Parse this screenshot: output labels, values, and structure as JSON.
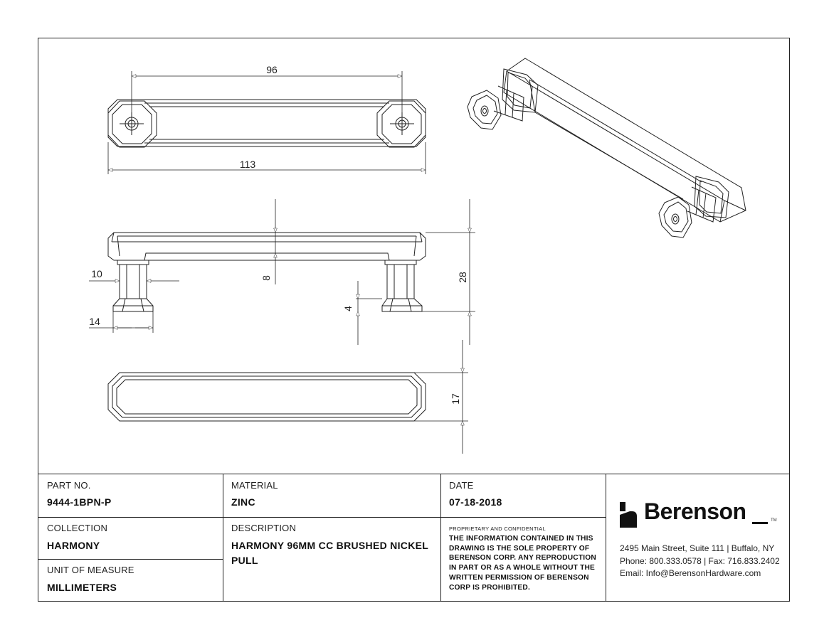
{
  "dimensions": {
    "center_to_center": "96",
    "overall_length": "113",
    "bar_thickness": "8",
    "post_diameter": "10",
    "foot_diameter": "14",
    "foot_height": "4",
    "projection": "28",
    "width": "17"
  },
  "title_block": {
    "part_no_label": "PART NO.",
    "part_no": "9444-1BPN-P",
    "material_label": "MATERIAL",
    "material": "ZINC",
    "date_label": "DATE",
    "date": "07-18-2018",
    "collection_label": "COLLECTION",
    "collection": "HARMONY",
    "description_label": "DESCRIPTION",
    "description_line1": "HARMONY 96MM CC BRUSHED NICKEL",
    "description_line2": "PULL",
    "unit_label": "UNIT OF MEASURE",
    "unit": "MILLIMETERS",
    "proprietary_label": "PROPRIETARY AND CONFIDENTIAL",
    "notice_lines": [
      "THE INFORMATION CONTAINED IN THIS",
      "DRAWING IS THE SOLE PROPERTY OF",
      "BERENSON CORP. ANY REPRODUCTION",
      "IN PART OR AS A WHOLE WITHOUT THE",
      "WRITTEN PERMISSION OF BERENSON",
      "CORP IS PROHIBITED."
    ]
  },
  "company": {
    "name": "Berenson",
    "trademark": "TM",
    "address": "2495 Main Street, Suite 111 | Buffalo, NY",
    "phone": "Phone: 800.333.0578 | Fax: 716.833.2402",
    "email": "Email: Info@BerensonHardware.com",
    "logo_icon": "berenson-b-icon"
  }
}
